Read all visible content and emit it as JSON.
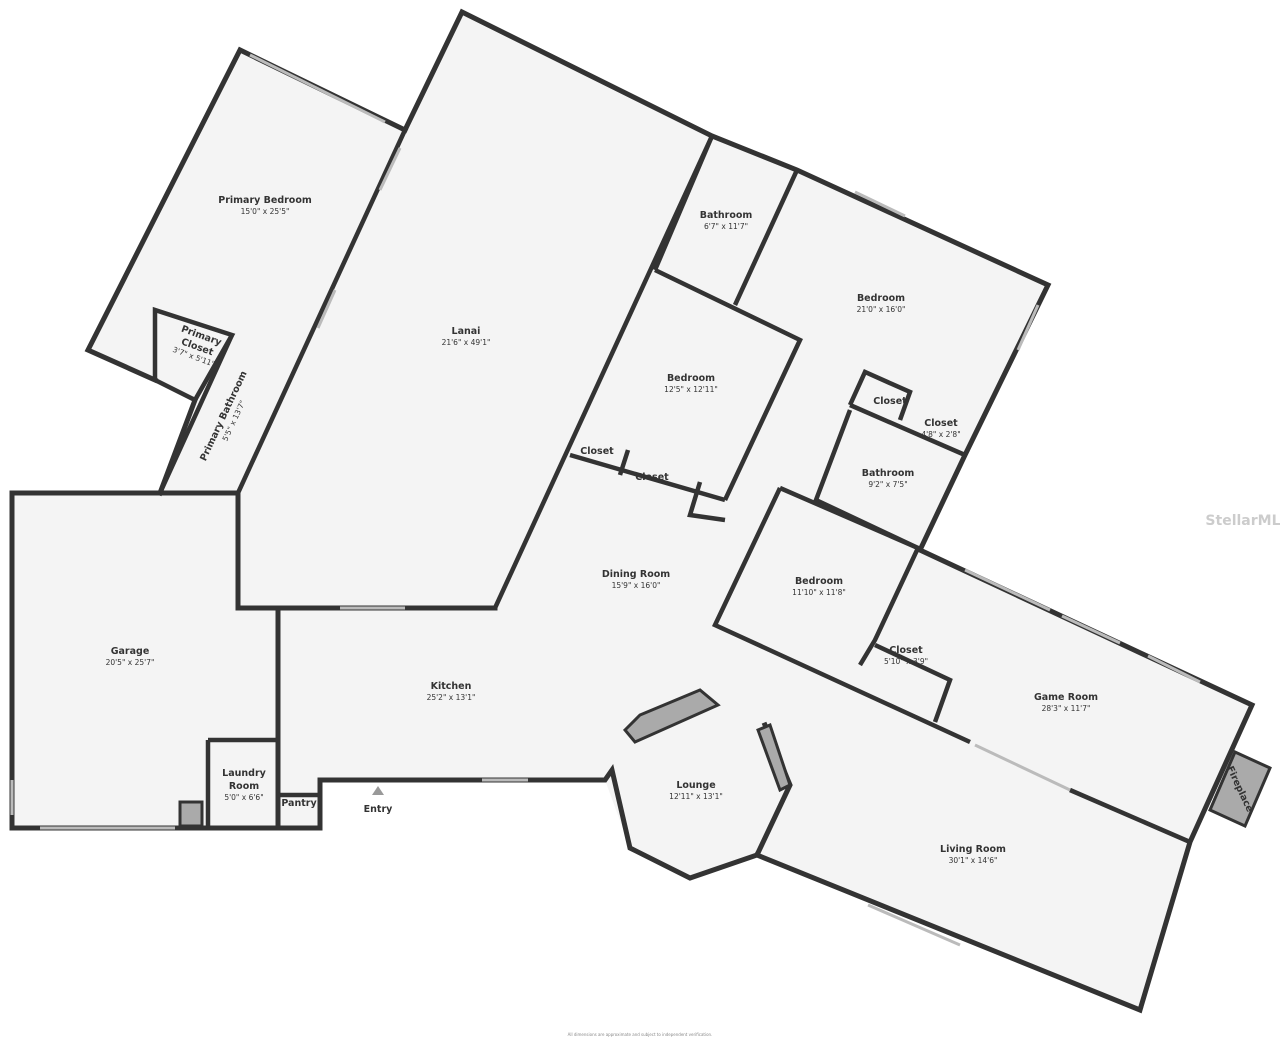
{
  "rooms": {
    "primary_bedroom": {
      "name": "Primary Bedroom",
      "dims": "15'0\" x 25'5\""
    },
    "primary_closet": {
      "name": "Primary Closet",
      "name_line1": "Primary",
      "name_line2": "Closet",
      "dims": "3'7\" x 5'11\""
    },
    "primary_bathroom": {
      "name": "Primary Bathroom",
      "dims": "5'5\" x 13'7\""
    },
    "lanai": {
      "name": "Lanai",
      "dims": "21'6\" x 49'1\""
    },
    "bathroom_1": {
      "name": "Bathroom",
      "dims": "6'7\" x 11'7\""
    },
    "bedroom_1": {
      "name": "Bedroom",
      "dims": "21'0\" x 16'0\""
    },
    "bedroom_2": {
      "name": "Bedroom",
      "dims": "12'5\" x 12'11\""
    },
    "closet_1": {
      "name": "Closet"
    },
    "closet_2": {
      "name": "Closet",
      "dims": "4'8\" x 2'8\""
    },
    "closet_3": {
      "name": "Closet"
    },
    "closet_4": {
      "name": "Closet"
    },
    "bathroom_2": {
      "name": "Bathroom",
      "dims": "9'2\" x 7'5\""
    },
    "dining_room": {
      "name": "Dining Room",
      "dims": "15'9\" x 16'0\""
    },
    "bedroom_3": {
      "name": "Bedroom",
      "dims": "11'10\" x 11'8\""
    },
    "closet_5": {
      "name": "Closet",
      "dims": "5'10\" x 3'9\""
    },
    "game_room": {
      "name": "Game Room",
      "dims": "28'3\" x 11'7\""
    },
    "garage": {
      "name": "Garage",
      "dims": "20'5\" x 25'7\""
    },
    "kitchen": {
      "name": "Kitchen",
      "dims": "25'2\" x 13'1\""
    },
    "laundry_room": {
      "name": "Laundry Room",
      "name_line1": "Laundry",
      "name_line2": "Room",
      "dims": "5'0\" x 6'6\""
    },
    "pantry": {
      "name": "Pantry"
    },
    "lounge": {
      "name": "Lounge",
      "dims": "12'11\" x 13'1\""
    },
    "living_room": {
      "name": "Living Room",
      "dims": "30'1\" x 14'6\""
    },
    "fireplace": {
      "name": "Fireplace"
    }
  },
  "entry_label": "Entry",
  "watermark": "StellarMLS",
  "footer_note": "All dimensions are approximate and subject to independent verification."
}
